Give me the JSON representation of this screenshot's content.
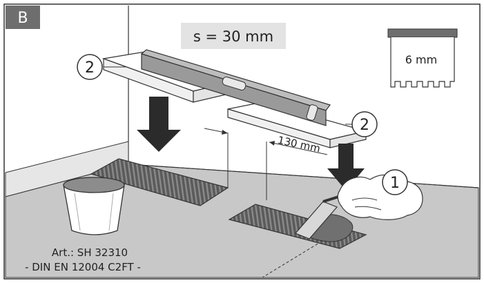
{
  "panel_label": "B",
  "spacing_label": "s = 30 mm",
  "trowel_label": "6 mm",
  "distance_label": "130 mm",
  "callouts": [
    "2",
    "2",
    "1"
  ],
  "article_line": "Art.: SH 32310",
  "standard_line": "- DIN EN 12004 C2FT -",
  "colors": {
    "floor": "#c8c8c8",
    "wall": "#ffffff",
    "tile": "#6e6e6e",
    "arrow": "#2b2b2b",
    "label_bg": "#e3e3e3",
    "panel_badge": "#6e6e6e"
  }
}
